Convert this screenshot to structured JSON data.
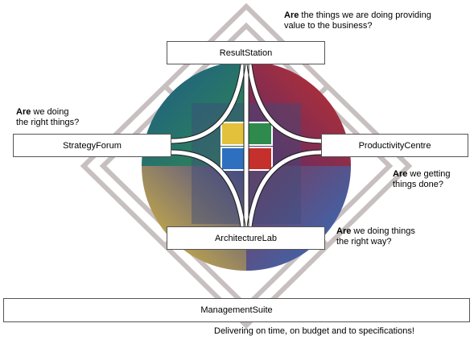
{
  "boxes": {
    "result_station": "ResultStation",
    "strategy_forum": "StrategyForum",
    "productivity_centre": "ProductivityCentre",
    "architecture_lab": "ArchitectureLab",
    "management_suite": "ManagementSuite"
  },
  "questions": {
    "top_right": {
      "bold": "Are",
      "line1": " the things we are doing providing",
      "line2": "value to the business?"
    },
    "left": {
      "bold": "Are",
      "line1": " we doing",
      "line2": "the right things?"
    },
    "right": {
      "bold": "Are",
      "line1": " we getting",
      "line2": "things done?"
    },
    "bottom_right": {
      "bold": "Are",
      "line1": " we doing things",
      "line2": "the right way?"
    }
  },
  "footer": "Delivering on time, on budget and to specifications!",
  "colors": {
    "green": "#2f8a4e",
    "red": "#c4302b",
    "blue": "#2f6fc0",
    "yellow": "#e3c13a",
    "purple": "#6a2d6e",
    "lattice": "#c8c0c0"
  }
}
